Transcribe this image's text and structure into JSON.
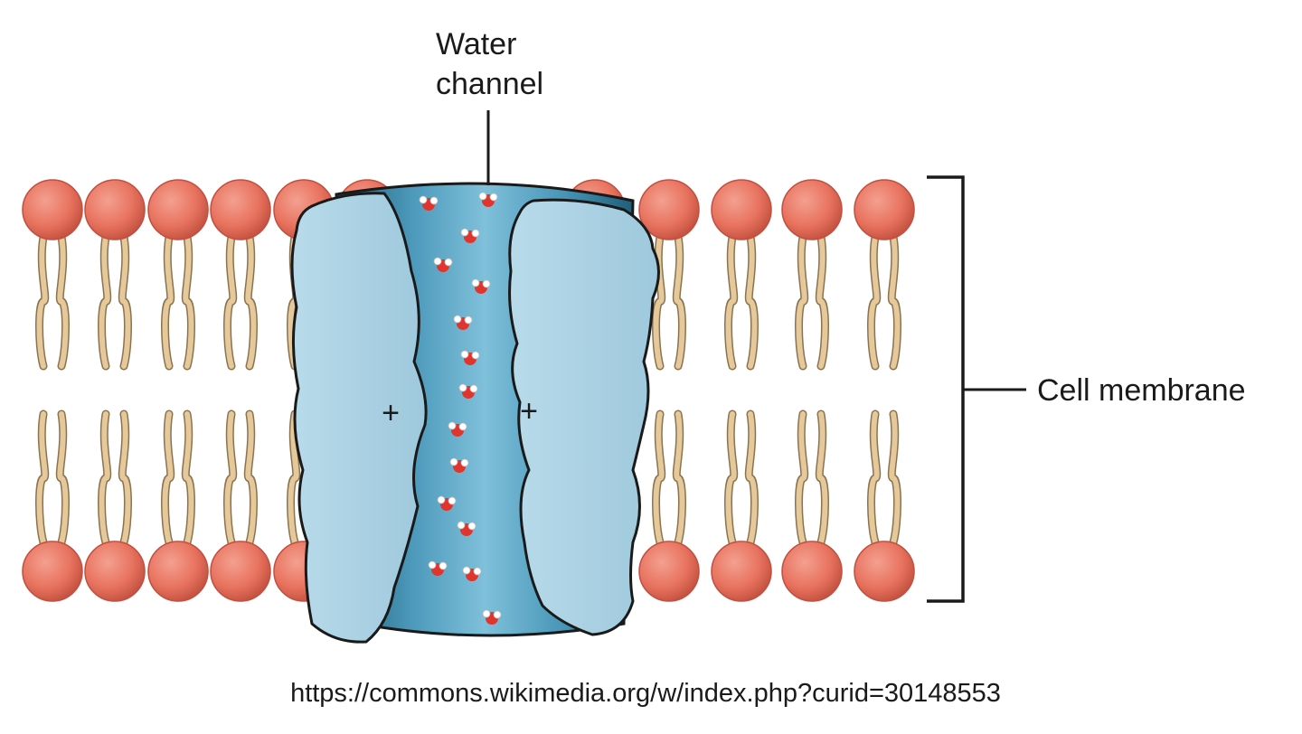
{
  "labels": {
    "water_channel_line1": "Water",
    "water_channel_line2": "channel",
    "cell_membrane": "Cell membrane",
    "plus_left": "+",
    "plus_right": "+",
    "source_url": "https://commons.wikimedia.org/w/index.php?curid=30148553"
  },
  "colors": {
    "phospholipid_head": "#e8735f",
    "phospholipid_head_shadow": "#c24f3f",
    "lipid_tail": "#e5c99a",
    "lipid_tail_outline": "#8a7350",
    "protein_light": "#a9cfe0",
    "protein_mid": "#5ba4c4",
    "protein_dark": "#2b6f8c",
    "water_oxygen": "#e0342c",
    "water_hydrogen": "#ffffff",
    "line": "#1a1a1a"
  }
}
